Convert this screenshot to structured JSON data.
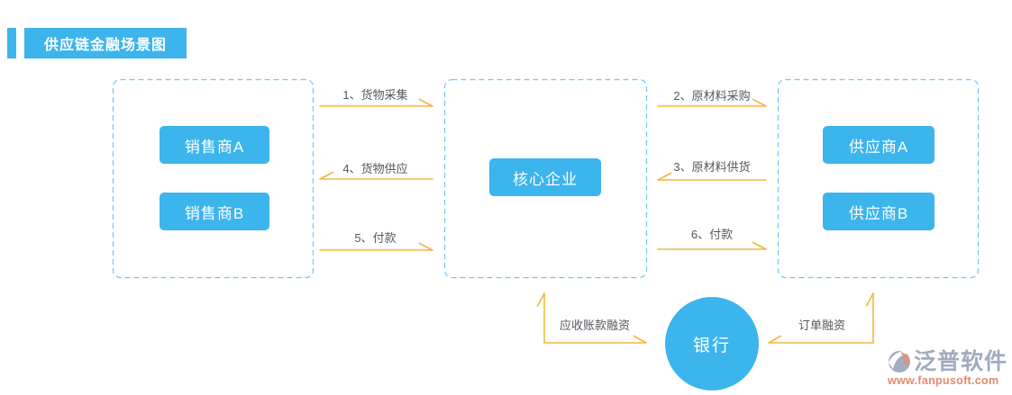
{
  "title": {
    "label": "供应链金融场景图"
  },
  "groups": {
    "sellers": {
      "nodes": [
        {
          "label": "销售商A"
        },
        {
          "label": "销售商B"
        }
      ]
    },
    "core": {
      "nodes": [
        {
          "label": "核心企业"
        }
      ]
    },
    "suppliers": {
      "nodes": [
        {
          "label": "供应商A"
        },
        {
          "label": "供应商B"
        }
      ]
    }
  },
  "flows": {
    "f1": {
      "label": "1、货物采集",
      "direction": "sellers-to-core"
    },
    "f2": {
      "label": "2、原材料采购",
      "direction": "core-to-suppliers"
    },
    "f3": {
      "label": "3、原材料供货",
      "direction": "suppliers-to-core"
    },
    "f4": {
      "label": "4、货物供应",
      "direction": "core-to-sellers"
    },
    "f5": {
      "label": "5、付款",
      "direction": "sellers-to-core"
    },
    "f6": {
      "label": "6、付款",
      "direction": "core-to-suppliers"
    },
    "receivables_financing": {
      "label": "应收账款融资",
      "direction": "bank-core-both"
    },
    "order_financing": {
      "label": "订单融资",
      "direction": "bank-suppliers-both"
    }
  },
  "bank": {
    "label": "银行"
  },
  "watermark": {
    "brand": "泛普软件",
    "url": "www.fanpusoft.com"
  },
  "colors": {
    "accent_blue": "#3cb4ec",
    "arrow_gold": "#f0b840",
    "dashed_border": "#6fc9f2",
    "label_text": "#54585e",
    "watermark_gray": "#93a0b6",
    "watermark_orange": "#dd7a5c"
  }
}
